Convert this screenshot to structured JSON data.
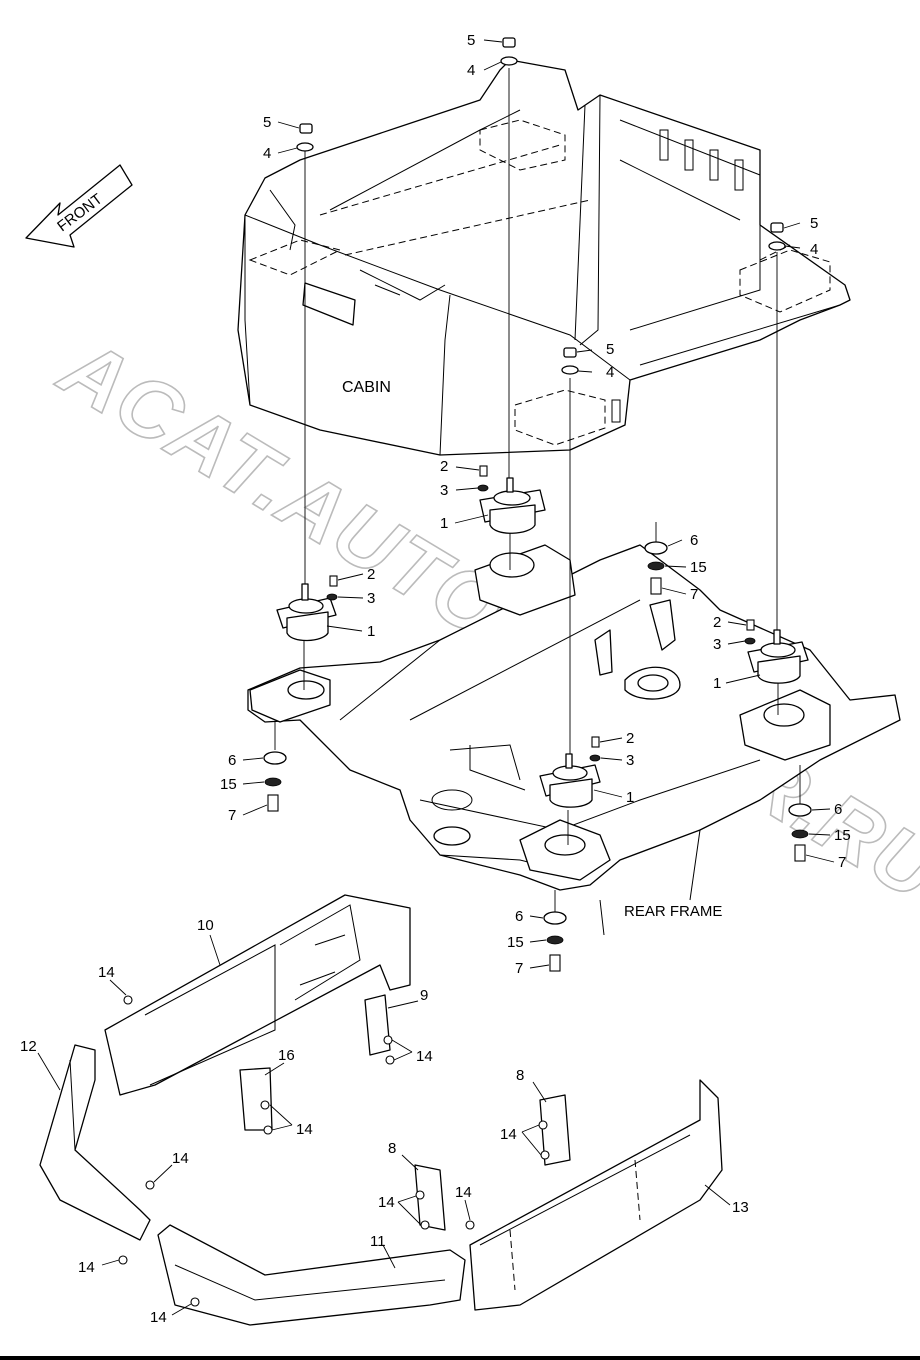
{
  "labels": {
    "front": "FRONT",
    "cabin": "CABIN",
    "rear_frame": "REAR FRAME",
    "watermark": "ACAT.AUTODEALER.RU"
  },
  "callouts": {
    "mount_top_left_nut": "5",
    "mount_top_left_washer": "4",
    "mount_top_center_nut": "5",
    "mount_top_center_washer": "4",
    "mount_right_nut": "5",
    "mount_right_washer": "4",
    "mount_mid_nut": "5",
    "mount_mid_washer": "4",
    "center_bolt": "2",
    "center_lock": "3",
    "center_mount": "1",
    "left_bolt": "2",
    "left_lock": "3",
    "left_mount": "1",
    "right_bolt": "2",
    "right_lock": "3",
    "right_mount": "1",
    "lower_bolt": "2",
    "lower_lock": "3",
    "lower_mount": "1",
    "top_stack_stopper": "6",
    "top_stack_washer": "15",
    "top_stack_bolt": "7",
    "left_stack_stopper": "6",
    "left_stack_washer": "15",
    "left_stack_bolt": "7",
    "right_stack_stopper": "6",
    "right_stack_washer": "15",
    "right_stack_bolt": "7",
    "lower_stack_stopper": "6",
    "lower_stack_washer": "15",
    "lower_stack_bolt": "7",
    "cover_10": "10",
    "bracket_9": "9",
    "bracket_16": "16",
    "cover_12": "12",
    "cover_11": "11",
    "cover_13": "13",
    "bracket_8_left": "8",
    "bracket_8_right": "8",
    "bolt_14_a": "14",
    "bolt_14_b": "14",
    "bolt_14_c": "14",
    "bolt_14_d": "14",
    "bolt_14_e": "14",
    "bolt_14_f": "14",
    "bolt_14_g": "14",
    "bolt_14_h": "14",
    "bolt_14_i": "14",
    "bolt_14_j": "14"
  }
}
